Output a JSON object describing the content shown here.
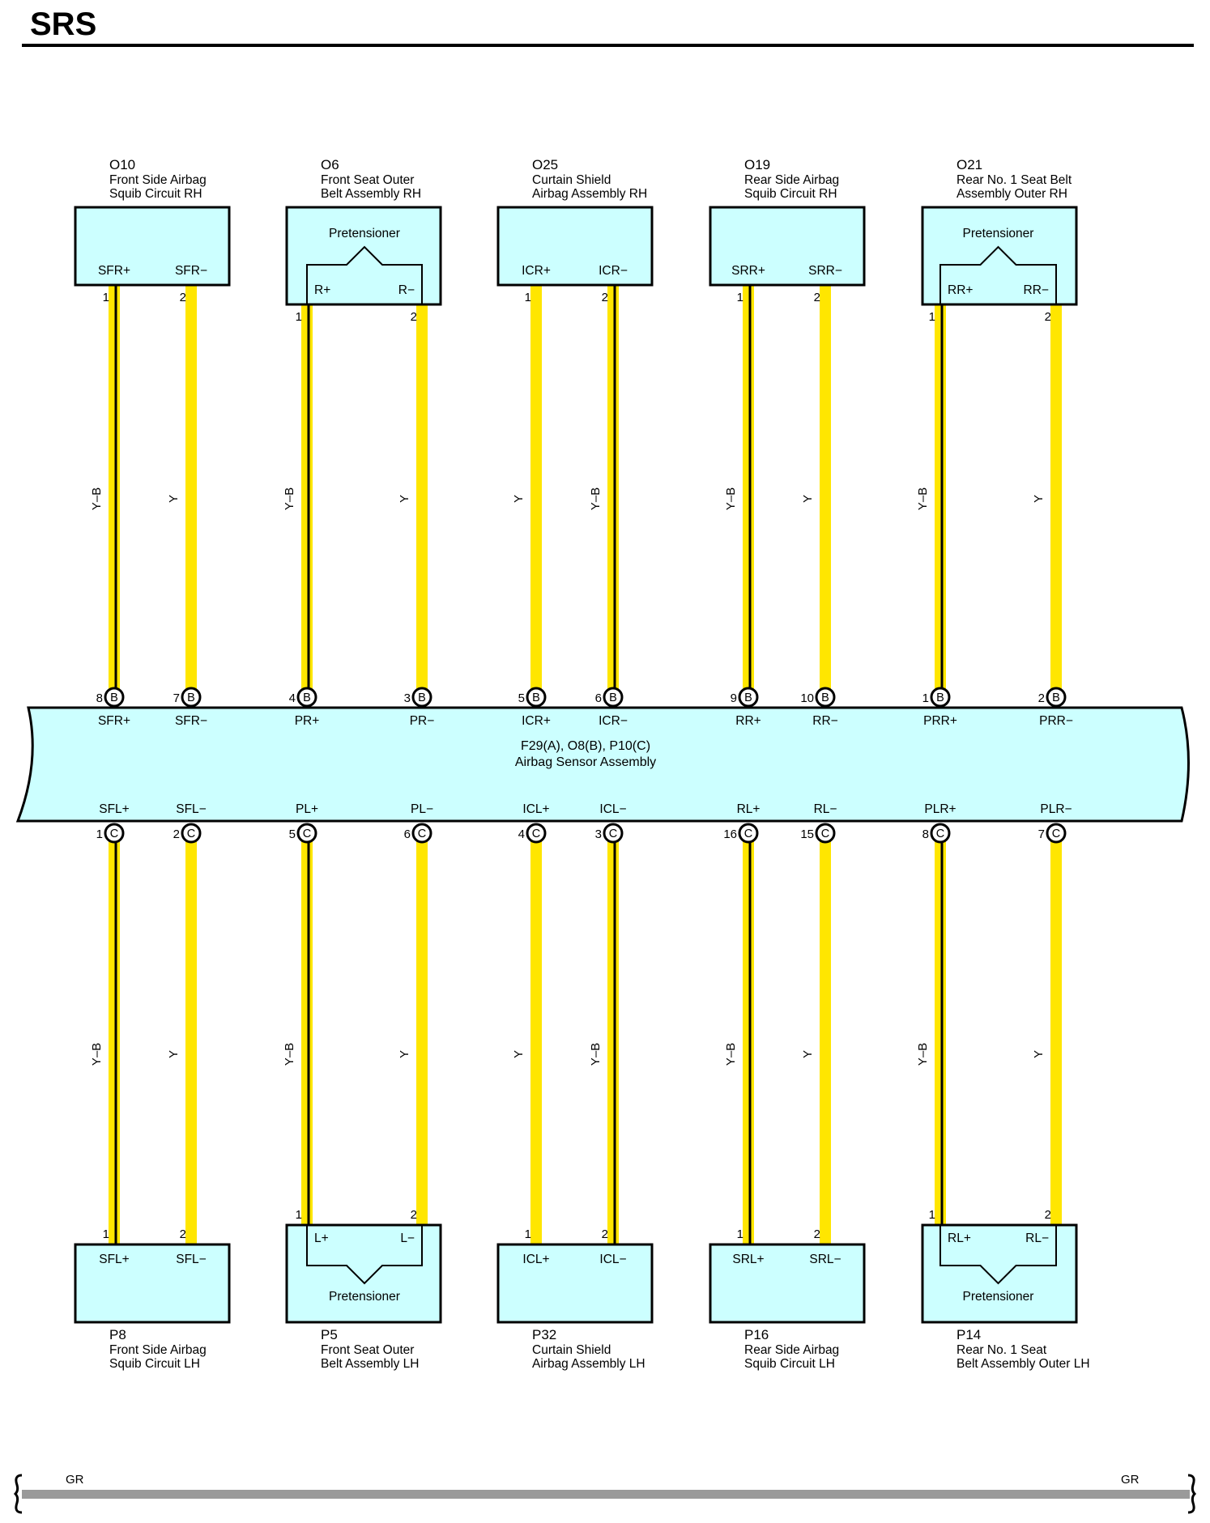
{
  "title": "SRS",
  "colors": {
    "wire_yellow": "#ffe600",
    "wire_black_stripe": "#000000",
    "component_fill": "#ccffff",
    "ground_bar": "#9a9a9a"
  },
  "main": {
    "codes": "F29(A), O8(B), P10(C)",
    "name": "Airbag Sensor Assembly"
  },
  "components_top": [
    {
      "code": "O10",
      "name1": "Front Side Airbag",
      "name2": "Squib Circuit RH",
      "pretensioner": "",
      "term_left": "SFR+",
      "term_right": "SFR−",
      "pin_left": "1",
      "pin_right": "2"
    },
    {
      "code": "O6",
      "name1": "Front Seat Outer",
      "name2": "Belt Assembly RH",
      "pretensioner": "Pretensioner",
      "term_left": "R+",
      "term_right": "R−",
      "pin_left": "1",
      "pin_right": "2"
    },
    {
      "code": "O25",
      "name1": "Curtain Shield",
      "name2": "Airbag Assembly RH",
      "pretensioner": "",
      "term_left": "ICR+",
      "term_right": "ICR−",
      "pin_left": "1",
      "pin_right": "2"
    },
    {
      "code": "O19",
      "name1": "Rear Side Airbag",
      "name2": "Squib Circuit RH",
      "pretensioner": "",
      "term_left": "SRR+",
      "term_right": "SRR−",
      "pin_left": "1",
      "pin_right": "2"
    },
    {
      "code": "O21",
      "name1": "Rear No.  1 Seat Belt",
      "name2": "Assembly Outer RH",
      "pretensioner": "Pretensioner",
      "term_left": "RR+",
      "term_right": "RR−",
      "pin_left": "1",
      "pin_right": "2"
    }
  ],
  "components_bottom": [
    {
      "code": "P8",
      "name1": "Front Side Airbag",
      "name2": "Squib Circuit LH",
      "pretensioner": "",
      "term_left": "SFL+",
      "term_right": "SFL−",
      "pin_left": "1",
      "pin_right": "2"
    },
    {
      "code": "P5",
      "name1": "Front Seat Outer",
      "name2": "Belt Assembly LH",
      "pretensioner": "Pretensioner",
      "term_left": "L+",
      "term_right": "L−",
      "pin_left": "1",
      "pin_right": "2"
    },
    {
      "code": "P32",
      "name1": "Curtain Shield",
      "name2": "Airbag Assembly LH",
      "pretensioner": "",
      "term_left": "ICL+",
      "term_right": "ICL−",
      "pin_left": "1",
      "pin_right": "2"
    },
    {
      "code": "P16",
      "name1": "Rear Side Airbag",
      "name2": "Squib Circuit LH",
      "pretensioner": "",
      "term_left": "SRL+",
      "term_right": "SRL−",
      "pin_left": "1",
      "pin_right": "2"
    },
    {
      "code": "P14",
      "name1": "Rear No.  1 Seat",
      "name2": "Belt Assembly Outer LH",
      "pretensioner": "Pretensioner",
      "term_left": "RL+",
      "term_right": "RL−",
      "pin_left": "1",
      "pin_right": "2"
    }
  ],
  "wires_top": [
    {
      "color": "Y–B",
      "striped": true,
      "pin": "8",
      "connector": "B",
      "term": "SFR+"
    },
    {
      "color": "Y",
      "striped": false,
      "pin": "7",
      "connector": "B",
      "term": "SFR−"
    },
    {
      "color": "Y–B",
      "striped": true,
      "pin": "4",
      "connector": "B",
      "term": "PR+"
    },
    {
      "color": "Y",
      "striped": false,
      "pin": "3",
      "connector": "B",
      "term": "PR−"
    },
    {
      "color": "Y",
      "striped": false,
      "pin": "5",
      "connector": "B",
      "term": "ICR+"
    },
    {
      "color": "Y–B",
      "striped": true,
      "pin": "6",
      "connector": "B",
      "term": "ICR−"
    },
    {
      "color": "Y–B",
      "striped": true,
      "pin": "9",
      "connector": "B",
      "term": "RR+"
    },
    {
      "color": "Y",
      "striped": false,
      "pin": "10",
      "connector": "B",
      "term": "RR−"
    },
    {
      "color": "Y–B",
      "striped": true,
      "pin": "1",
      "connector": "B",
      "term": "PRR+"
    },
    {
      "color": "Y",
      "striped": false,
      "pin": "2",
      "connector": "B",
      "term": "PRR−"
    }
  ],
  "wires_bottom": [
    {
      "color": "Y–B",
      "striped": true,
      "pin": "1",
      "connector": "C",
      "term": "SFL+"
    },
    {
      "color": "Y",
      "striped": false,
      "pin": "2",
      "connector": "C",
      "term": "SFL−"
    },
    {
      "color": "Y–B",
      "striped": true,
      "pin": "5",
      "connector": "C",
      "term": "PL+"
    },
    {
      "color": "Y",
      "striped": false,
      "pin": "6",
      "connector": "C",
      "term": "PL−"
    },
    {
      "color": "Y",
      "striped": false,
      "pin": "4",
      "connector": "C",
      "term": "ICL+"
    },
    {
      "color": "Y–B",
      "striped": true,
      "pin": "3",
      "connector": "C",
      "term": "ICL−"
    },
    {
      "color": "Y–B",
      "striped": true,
      "pin": "16",
      "connector": "C",
      "term": "RL+"
    },
    {
      "color": "Y",
      "striped": false,
      "pin": "15",
      "connector": "C",
      "term": "RL−"
    },
    {
      "color": "Y–B",
      "striped": true,
      "pin": "8",
      "connector": "C",
      "term": "PLR+"
    },
    {
      "color": "Y",
      "striped": false,
      "pin": "7",
      "connector": "C",
      "term": "PLR−"
    }
  ],
  "ground": {
    "left_label": "GR",
    "right_label": "GR"
  }
}
